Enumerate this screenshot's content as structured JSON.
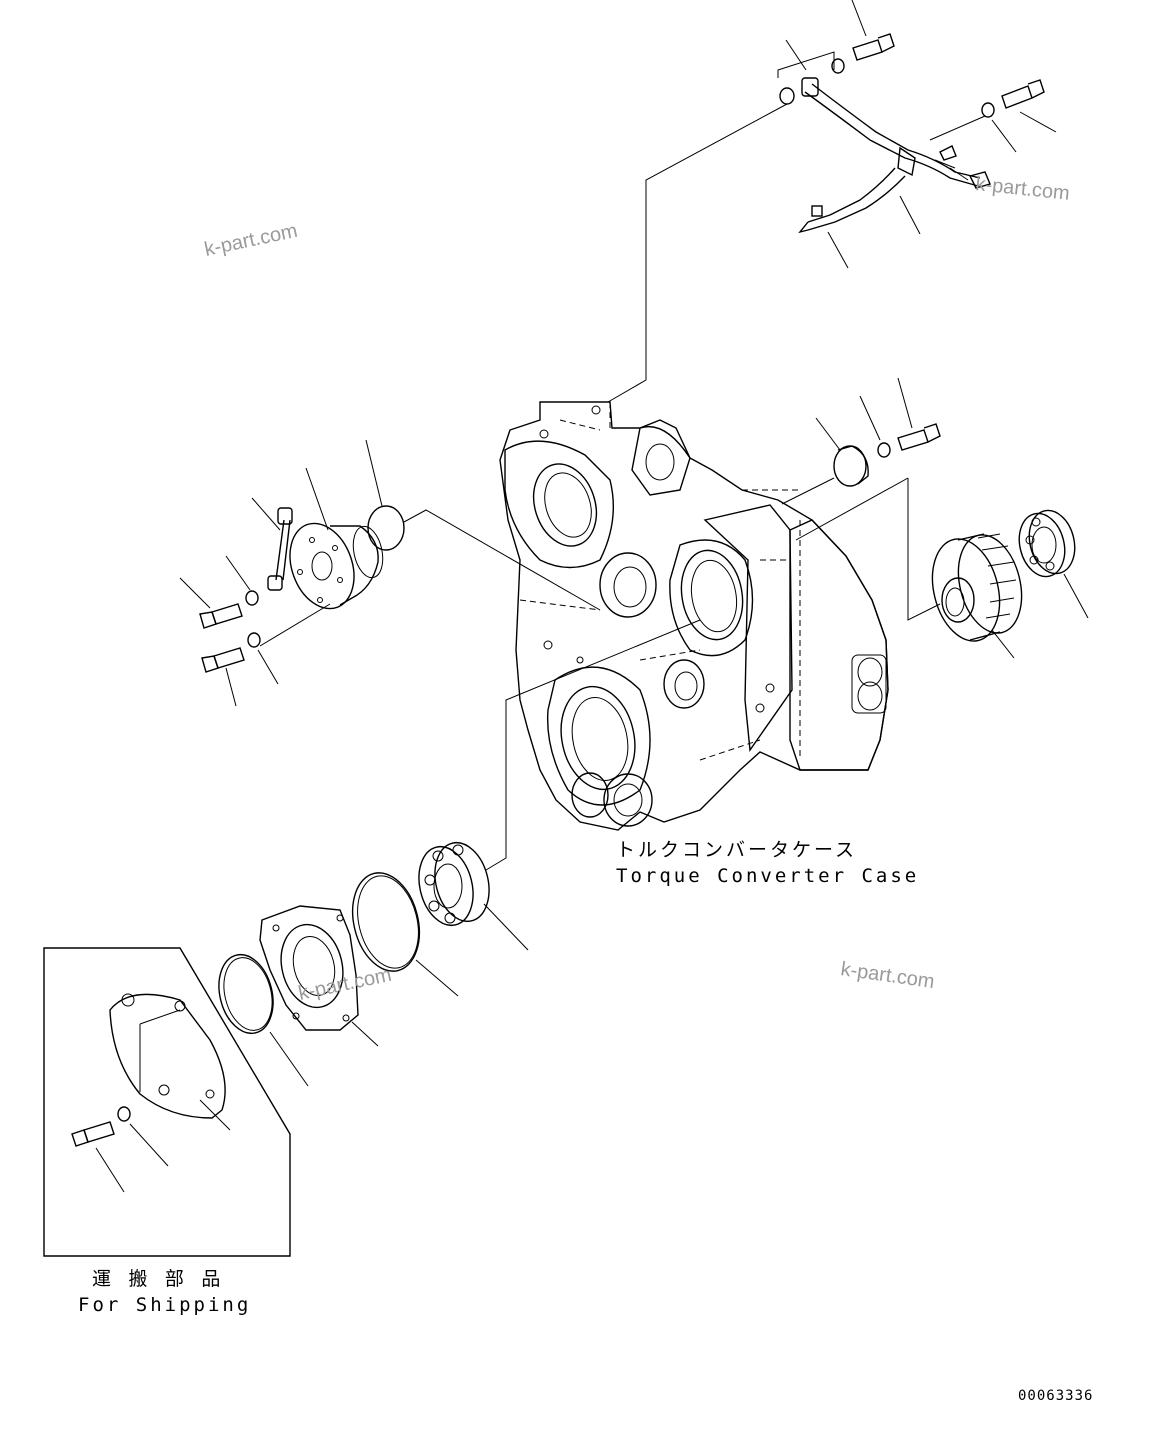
{
  "labels": {
    "case_jp": "トルクコンバータケース",
    "case_en": "Torque Converter Case",
    "shipping_jp": "運 搬 部 品",
    "shipping_en": "For Shipping"
  },
  "drawing_number": "00063336",
  "watermarks": [
    "k-part.com",
    "k-part.com",
    "k-part.com",
    "k-part.com"
  ]
}
